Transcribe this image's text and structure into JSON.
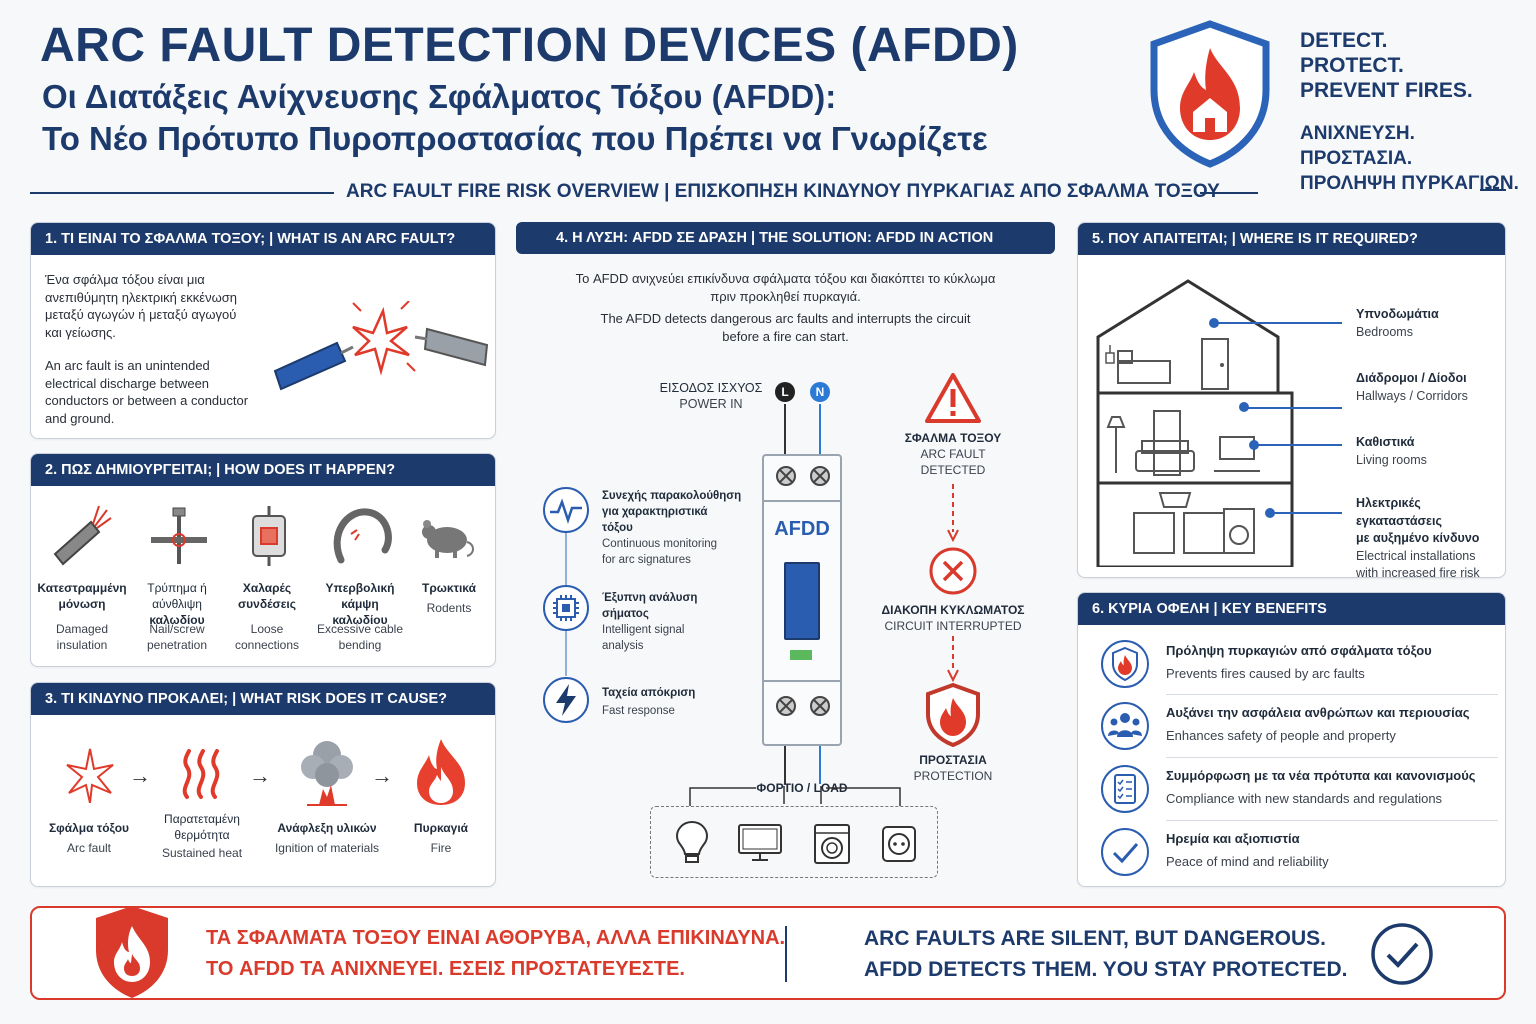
{
  "header": {
    "title": "ARC FAULT DETECTION DEVICES (AFDD)",
    "subtitle_line1": "Οι Διατάξεις Ανίχνευσης Σφάλματος Τόξου (AFDD):",
    "subtitle_line2": "Το Νέο Πρότυπο Πυροπροστασίας που Πρέπει να Γνωρίζετε",
    "slogan_en": [
      "DETECT.",
      "PROTECT.",
      "PREVENT FIRES."
    ],
    "slogan_gr": [
      "ΑΝΙΧΝΕΥΣΗ.",
      "ΠΡΟΣΤΑΣΙΑ.",
      "ΠΡΟΛΗΨΗ ΠΥΡΚΑΓΙΩΝ."
    ],
    "overview": "ARC FAULT FIRE RISK OVERVIEW  |  ΕΠΙΣΚΟΠΗΣΗ ΚΙΝΔΥΝΟΥ ΠΥΡΚΑΓΙΑΣ ΑΠΟ ΣΦΑΛΜΑ ΤΟΞΟΥ"
  },
  "section1": {
    "heading": "1. ΤΙ ΕΙΝΑΙ ΤΟ ΣΦΑΛΜΑ ΤΟΞΟΥ;  |  WHAT IS AN ARC FAULT?",
    "text_gr": [
      "Ένα σφάλμα τόξου είναι μια",
      "ανεπιθύμητη ηλεκτρική εκκένωση",
      "μεταξύ αγωγών ή μεταξύ αγωγού",
      "και γείωσης."
    ],
    "text_en": [
      "An arc fault is an unintended",
      "electrical discharge between",
      "conductors or between a conductor",
      "and ground."
    ]
  },
  "section2": {
    "heading": "2. ΠΩΣ ΔΗΜΙΟΥΡΓΕΙΤΑΙ;  |  HOW DOES IT HAPPEN?",
    "items": [
      {
        "gr": [
          "Κατεστραμμένη",
          "μόνωση"
        ],
        "en": [
          "Damaged",
          "insulation"
        ]
      },
      {
        "gr": [
          "Τρύπημα ή αύνθλιψη",
          "καλωδίου"
        ],
        "en": [
          "Nail/screw",
          "penetration"
        ]
      },
      {
        "gr": [
          "Χαλαρές",
          "συνδέσεις"
        ],
        "en": [
          "Loose",
          "connections"
        ]
      },
      {
        "gr": [
          "Υπερβολική κάμψη",
          "καλωδίου"
        ],
        "en": [
          "Excessive cable",
          "bending"
        ]
      },
      {
        "gr": [
          "Τρωκτικά",
          ""
        ],
        "en": [
          "Rodents",
          ""
        ]
      }
    ]
  },
  "section3": {
    "heading": "3. ΤΙ ΚΙΝΔΥΝΟ ΠΡΟΚΑΛΕΙ;  |  WHAT RISK DOES IT CAUSE?",
    "items": [
      {
        "gr": [
          "Σφάλμα τόξου"
        ],
        "en": [
          "Arc fault"
        ]
      },
      {
        "gr": [
          "Παρατεταμένη",
          "θερμότητα"
        ],
        "en": [
          "Sustained heat"
        ]
      },
      {
        "gr": [
          "Ανάφλεξη υλικών"
        ],
        "en": [
          "Ignition of materials"
        ]
      },
      {
        "gr": [
          "Πυρκαγιά"
        ],
        "en": [
          "Fire"
        ]
      }
    ]
  },
  "section4": {
    "heading": "4. Η ΛΥΣΗ: AFDD ΣΕ ΔΡΑΣΗ  |  THE SOLUTION: AFDD IN ACTION",
    "intro_gr": [
      "Το AFDD ανιχνεύει επικίνδυνα σφάλματα τόξου και διακόπτει το κύκλωμα",
      "πριν προκληθεί πυρκαγιά."
    ],
    "intro_en": [
      "The AFDD detects dangerous arc faults and interrupts the circuit",
      "before a fire can start."
    ],
    "power_in_gr": "ΕΙΣΟΔΟΣ ΙΣΧΥΟΣ",
    "power_in_en": "POWER IN",
    "terminal_l": "L",
    "terminal_n": "N",
    "device_label": "AFDD",
    "features": [
      {
        "gr": [
          "Συνεχής παρακολούθηση",
          "για χαρακτηριστικά",
          "τόξου"
        ],
        "en": [
          "Continuous monitoring",
          "for arc signatures"
        ]
      },
      {
        "gr": [
          "Έξυπνη ανάλυση",
          "σήματος"
        ],
        "en": [
          "Intelligent signal",
          "analysis"
        ]
      },
      {
        "gr": [
          "Ταχεία απόκριση"
        ],
        "en": [
          "Fast response"
        ]
      }
    ],
    "detected_gr": "ΣΦΑΛΜΑ ΤΟΞΟΥ",
    "detected_en": [
      "ARC FAULT",
      "DETECTED"
    ],
    "interrupted_gr": "ΔΙΑΚΟΠΗ ΚΥΚΛΩΜΑΤΟΣ",
    "interrupted_en": "CIRCUIT INTERRUPTED",
    "protection_gr": "ΠΡΟΣΤΑΣΙΑ",
    "protection_en": "PROTECTION",
    "load_label": "ΦΟΡΤΙΟ / LOAD"
  },
  "section5": {
    "heading": "5. ΠΟΥ ΑΠΑΙΤΕΙΤΑΙ;  |  WHERE IS IT REQUIRED?",
    "items": [
      {
        "gr": [
          "Υπνοδωμάτια"
        ],
        "en": [
          "Bedrooms"
        ]
      },
      {
        "gr": [
          "Διάδρομοι / Δίοδοι"
        ],
        "en": [
          "Hallways / Corridors"
        ]
      },
      {
        "gr": [
          "Καθιστικά"
        ],
        "en": [
          "Living rooms"
        ]
      },
      {
        "gr": [
          "Ηλεκτρικές εγκαταστάσεις",
          "με αυξημένο κίνδυνο"
        ],
        "en": [
          "Electrical installations",
          "with increased fire risk"
        ]
      }
    ]
  },
  "section6": {
    "heading": "6. ΚΥΡΙΑ ΟΦΕΛΗ  |  KEY BENEFITS",
    "items": [
      {
        "gr": "Πρόληψη πυρκαγιών από σφάλματα τόξου",
        "en": "Prevents fires caused by arc faults",
        "icon": "shield-fire-icon"
      },
      {
        "gr": "Αυξάνει την ασφάλεια ανθρώπων και περιουσίας",
        "en": "Enhances safety of people and property",
        "icon": "people-icon"
      },
      {
        "gr": "Συμμόρφωση με τα νέα πρότυπα και κανονισμούς",
        "en": "Compliance with new standards and regulations",
        "icon": "checklist-icon"
      },
      {
        "gr": "Ηρεμία και αξιοπιστία",
        "en": "Peace of mind and reliability",
        "icon": "check-icon"
      }
    ]
  },
  "banner": {
    "gr_line1": "ΤΑ ΣΦΑΛΜΑΤΑ ΤΟΞΟΥ ΕΙΝΑΙ ΑΘΟΡΥΒΑ, ΑΛΛΑ ΕΠΙΚΙΝΔΥΝΑ.",
    "gr_line2": "ΤΟ AFDD ΤΑ ΑΝΙΧΝΕΥΕΙ. ΕΣΕΙΣ ΠΡΟΣΤΑΤΕΥΕΣΤΕ.",
    "en_line1": "ARC FAULTS ARE SILENT, BUT DANGEROUS.",
    "en_line2": "AFDD DETECTS THEM. YOU STAY PROTECTED."
  },
  "colors": {
    "navy": "#1c3a6b",
    "red": "#d93a2b",
    "blue": "#2a63b8"
  }
}
